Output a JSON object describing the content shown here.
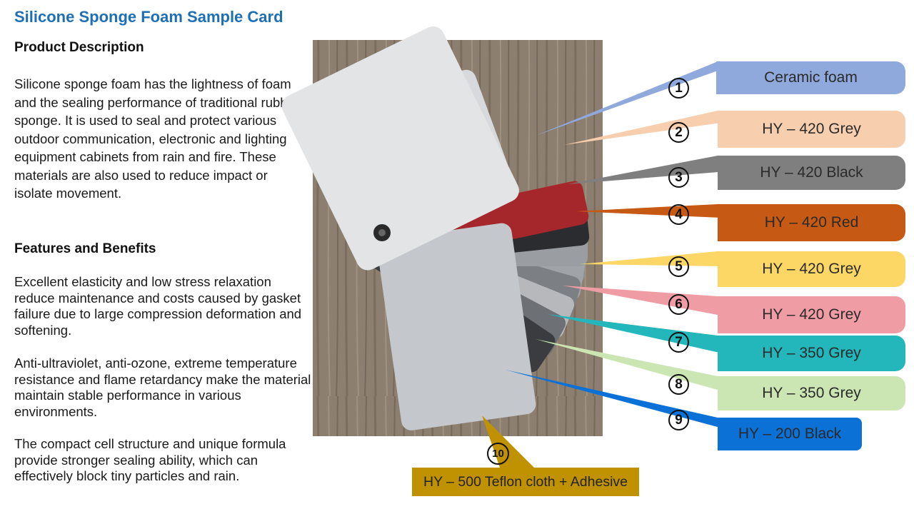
{
  "title": "Silicone Sponge Foam Sample Card",
  "description": {
    "heading": "Product Description",
    "text": "Silicone sponge foam has the lightness of foam and the sealing performance of traditional rubber sponge. It is used to seal and protect various outdoor communication, electronic and lighting equipment cabinets from rain and fire. These materials are also used to reduce impact or isolate movement."
  },
  "features": {
    "heading": "Features and Benefits",
    "items": [
      "Excellent elasticity and low stress relaxation reduce maintenance and costs caused by gasket failure due to large compression deformation and softening.",
      "Anti-ultraviolet, anti-ozone, extreme temperature resistance and flame retardancy make the material maintain stable performance in various environments.",
      "The compact cell structure and unique formula provide stronger sealing ability, which can effectively block tiny particles and rain."
    ]
  },
  "samples": [
    {
      "number": "1",
      "label": "Ceramic foam",
      "color": "#8fa9dd"
    },
    {
      "number": "2",
      "label": "HY – 420 Grey",
      "color": "#f8cfae"
    },
    {
      "number": "3",
      "label": "HY – 420 Black",
      "color": "#7f7f7f"
    },
    {
      "number": "4",
      "label": "HY – 420 Red",
      "color": "#c65a14"
    },
    {
      "number": "5",
      "label": "HY – 420 Grey",
      "color": "#fdd766"
    },
    {
      "number": "6",
      "label": "HY – 420 Grey",
      "color": "#ef9ca4"
    },
    {
      "number": "7",
      "label": "HY – 350 Grey",
      "color": "#23b7bc"
    },
    {
      "number": "8",
      "label": "HY – 350 Grey",
      "color": "#cbe6b3"
    },
    {
      "number": "9",
      "label": "HY – 200 Black",
      "color": "#0b71d6"
    },
    {
      "number": "10",
      "label": "HY – 500 Teflon cloth + Adhesive",
      "color": "#c09100"
    }
  ]
}
